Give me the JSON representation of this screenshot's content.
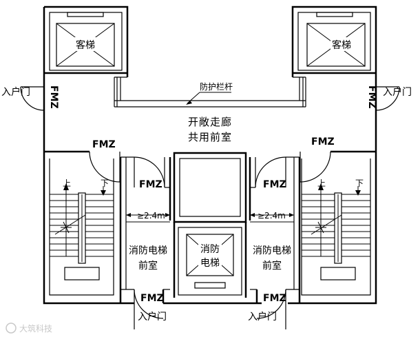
{
  "labels": {
    "passenger_elevator": "客梯",
    "guard_rail": "防护栏杆",
    "open_corridor_line1": "开敞走廊",
    "open_corridor_line2": "共用前室",
    "fire_door": "FMZ",
    "fire_door_rot": "FMZ",
    "entry_door": "入户门",
    "up": "上",
    "down": "下",
    "width": "≥2.4m",
    "fire_elevator_lobby_line1": "消防电梯",
    "fire_elevator_lobby_line2": "前室",
    "fire_elevator_line1": "消防",
    "fire_elevator_line2": "电梯",
    "watermark": "大筑科技"
  }
}
